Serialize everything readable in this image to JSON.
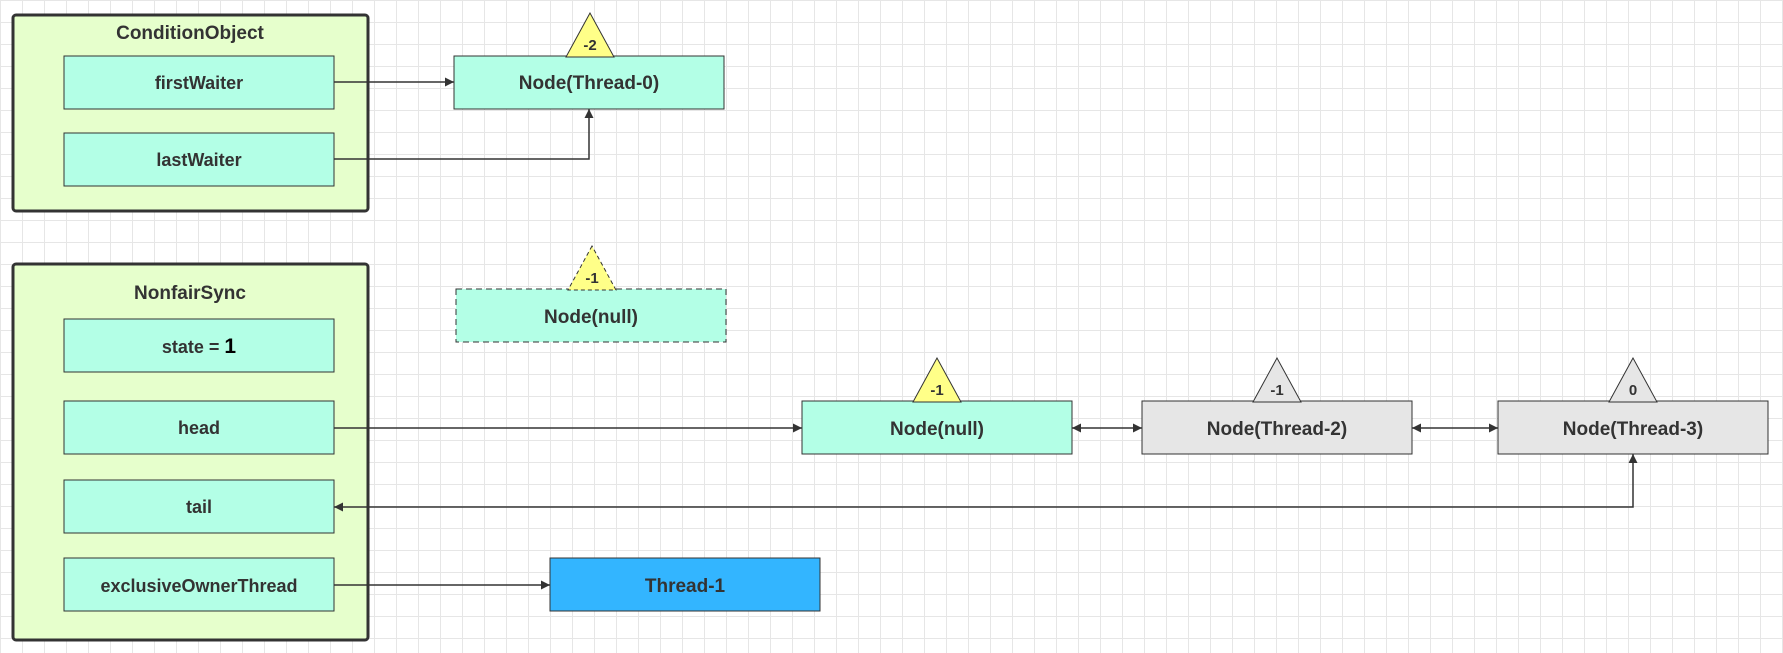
{
  "colors": {
    "container_fill": "#e6ffcc",
    "container_border": "#333333",
    "field_fill": "#b3ffe6",
    "node_fill": "#b3ffe6",
    "waiting_node_fill": "#e6e6e6",
    "thread_fill": "#33b5ff",
    "status_yellow": "#ffff88",
    "status_gray": "#e6e6e6",
    "arrow": "#333333"
  },
  "condition_object": {
    "title": "ConditionObject",
    "fields": {
      "first_waiter": "firstWaiter",
      "last_waiter": "lastWaiter"
    }
  },
  "nonfair_sync": {
    "title": "NonfairSync",
    "fields": {
      "state_label": "state = ",
      "state_value": "1",
      "head": "head",
      "tail": "tail",
      "exclusive_owner_thread": "exclusiveOwnerThread"
    }
  },
  "nodes": {
    "cond_node": {
      "label": "Node(Thread-0)",
      "status": "-2"
    },
    "detached_node": {
      "label": "Node(null)",
      "status": "-1"
    },
    "head_node": {
      "label": "Node(null)",
      "status": "-1"
    },
    "thread2_node": {
      "label": "Node(Thread-2)",
      "status": "-1"
    },
    "thread3_node": {
      "label": "Node(Thread-3)",
      "status": "0"
    }
  },
  "owner_thread": {
    "label": "Thread-1"
  }
}
